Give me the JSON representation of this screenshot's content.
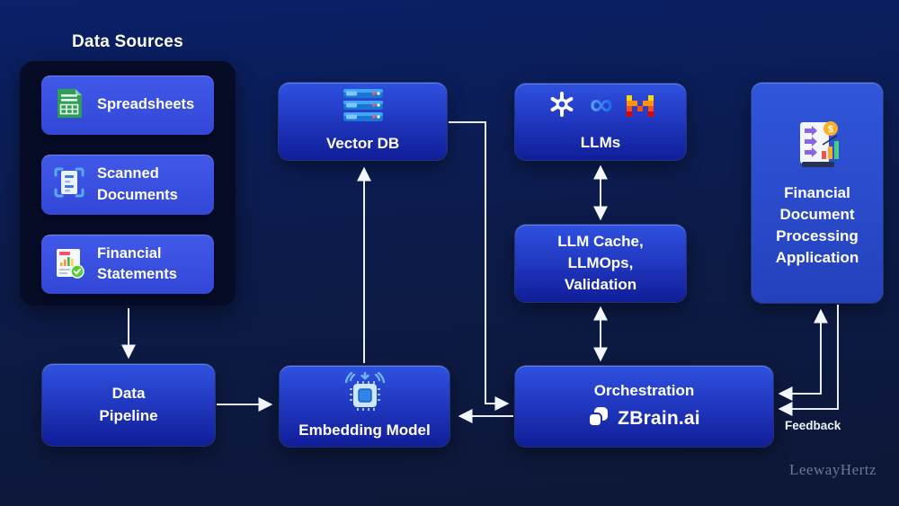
{
  "title": "Data Sources",
  "watermark": "LeewayHertz",
  "colors": {
    "background_top": "#0a2068",
    "background_bottom": "#0d1736",
    "panel_dark": "#060c26",
    "node_blue_top": "#2f51e0",
    "node_blue_bottom": "#101d98",
    "card_blue": "#3a50e2",
    "arrow": "#eef1fb",
    "watermark_gray": "#6e7894"
  },
  "data_sources": {
    "items": [
      {
        "label": "Spreadsheets",
        "icon": "spreadsheet-icon"
      },
      {
        "label": "Scanned\nDocuments",
        "icon": "scanned-document-icon"
      },
      {
        "label": "Financial\nStatements",
        "icon": "financial-statement-icon"
      }
    ]
  },
  "nodes": {
    "vector_db": {
      "label": "Vector DB",
      "icon": "server-stack-icon"
    },
    "llms": {
      "label": "LLMs",
      "icons": [
        "openai-logo",
        "meta-logo",
        "mistral-logo"
      ]
    },
    "llm_cache": {
      "label": "LLM Cache,\nLLMOps,\nValidation"
    },
    "app": {
      "label": "Financial\nDocument\nProcessing\nApplication",
      "icon": "financial-app-icon"
    },
    "data_pipeline": {
      "label": "Data\nPipeline"
    },
    "embedding_model": {
      "label": "Embedding Model",
      "icon": "chip-icon"
    },
    "orchestration": {
      "label": "Orchestration",
      "brand": "ZBrain.ai",
      "icon": "zbrain-logo"
    }
  },
  "edges": {
    "feedback_label": "Feedback",
    "connections": [
      "data-sources -> data-pipeline",
      "data-pipeline -> embedding-model",
      "embedding-model -> vector-db",
      "vector-db -> orchestration",
      "orchestration -> embedding-model",
      "llms <-> llm-cache",
      "llm-cache <-> orchestration",
      "orchestration <-> application",
      "application -> orchestration (feedback)"
    ]
  }
}
